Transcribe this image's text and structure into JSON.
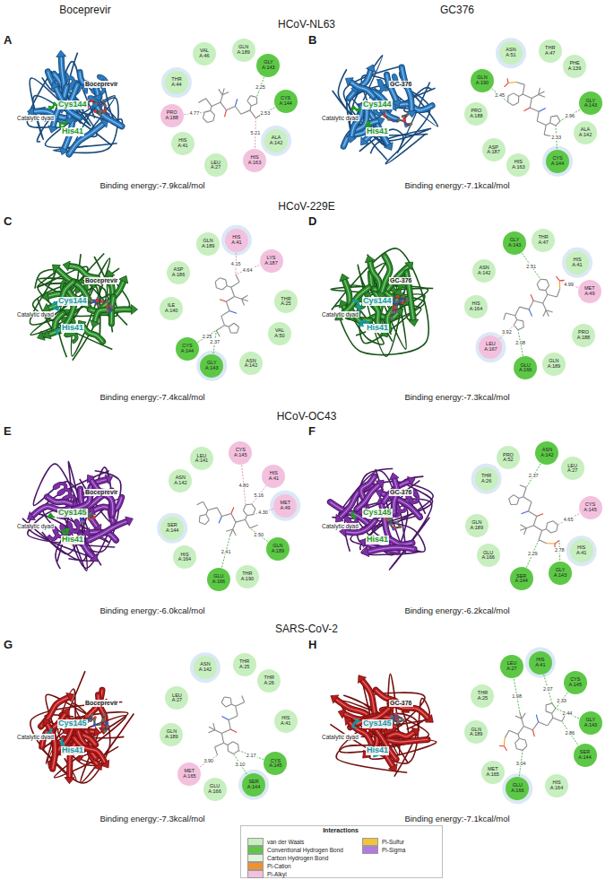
{
  "diagram": {
    "nodes": [
      {
        "text": [
          "THR A:44"
        ]
      },
      {
        "text": [
          "VAL A:46"
        ]
      },
      {
        "text": [
          "GLN A:189"
        ]
      },
      {
        "text": [
          "GLY A:143"
        ]
      },
      {
        "text": [
          "CYS A:144"
        ]
      },
      {
        "text": [
          "ALA A:142"
        ]
      },
      {
        "text": [
          "HIS A:163"
        ]
      },
      {
        "text": [
          "LEU A:27"
        ]
      },
      {
        "text": [
          "HIS A:41"
        ]
      },
      {
        "text": [
          "PRO A:188"
        ]
      },
      {
        "text": [
          "GLN A:190"
        ]
      },
      {
        "text": [
          "ASN A:51"
        ]
      },
      {
        "text": [
          "THR A:47"
        ]
      },
      {
        "text": [
          "PHE A:139"
        ]
      },
      {
        "text": [
          "GLY A:143"
        ]
      },
      {
        "text": [
          "ALA A:142"
        ]
      },
      {
        "text": [
          "CYS A:144"
        ]
      },
      {
        "text": [
          "HIS A:163"
        ]
      },
      {
        "text": [
          "ASP A:187"
        ]
      },
      {
        "text": [
          "PRO A:188"
        ]
      },
      {
        "text": [
          "ASP A:186"
        ]
      },
      {
        "text": [
          "GLN A:189"
        ]
      },
      {
        "text": [
          "HIS A:41"
        ]
      },
      {
        "text": [
          "LYS A:187"
        ]
      },
      {
        "text": [
          "THR A:25"
        ]
      },
      {
        "text": [
          "VAL A:50"
        ]
      },
      {
        "text": [
          "ASN A:142"
        ]
      },
      {
        "text": [
          "GLY A:143"
        ]
      },
      {
        "text": [
          "CYS A:144"
        ]
      },
      {
        "text": [
          "ILE A:140"
        ]
      },
      {
        "text": [
          "ASN A:142"
        ]
      },
      {
        "text": [
          "GLY A:143"
        ]
      },
      {
        "text": [
          "THR A:47"
        ]
      },
      {
        "text": [
          "HIS A:41"
        ]
      },
      {
        "text": [
          "MET A:49"
        ]
      },
      {
        "text": [
          "PRO A:188"
        ]
      },
      {
        "text": [
          "GLN A:189"
        ]
      },
      {
        "text": [
          "GLU A:166"
        ]
      },
      {
        "text": [
          "LEU A:167"
        ]
      },
      {
        "text": [
          "HIS A:164"
        ]
      },
      {
        "text": [
          "ASN A:142"
        ]
      },
      {
        "text": [
          "LEU A:141"
        ]
      },
      {
        "text": [
          "CYS A:145"
        ]
      },
      {
        "text": [
          "HIS A:41"
        ]
      },
      {
        "text": [
          "MET A:49"
        ]
      },
      {
        "text": [
          "GLN A:189"
        ]
      },
      {
        "text": [
          "THR A:190"
        ]
      },
      {
        "text": [
          "GLU A:166"
        ]
      },
      {
        "text": [
          "HIS A:164"
        ]
      },
      {
        "text": [
          "SER A:144"
        ]
      },
      {
        "text": [
          "THR A:26"
        ]
      },
      {
        "text": [
          "PRO A:52"
        ]
      },
      {
        "text": [
          "ASN A:142"
        ]
      },
      {
        "text": [
          "LEU A:27"
        ]
      },
      {
        "text": [
          "CYS A:145"
        ]
      },
      {
        "text": [
          "HIS A:41"
        ]
      },
      {
        "text": [
          "GLY A:143"
        ]
      },
      {
        "text": [
          "SER A:144"
        ]
      },
      {
        "text": [
          "GLU A:166"
        ]
      },
      {
        "text": [
          "GLN A:189"
        ]
      },
      {
        "text": [
          "LEU A:27"
        ]
      },
      {
        "text": [
          "ASN A:142"
        ]
      },
      {
        "text": [
          "THR A:25"
        ]
      },
      {
        "text": [
          "THR A:26"
        ]
      },
      {
        "text": [
          "HIS A:41"
        ]
      },
      {
        "text": [
          "CYS A:145"
        ]
      },
      {
        "text": [
          "SER A:144"
        ]
      },
      {
        "text": [
          "GLU A:166"
        ]
      },
      {
        "text": [
          "MET A:165"
        ]
      },
      {
        "text": [
          "GLN A:189"
        ]
      },
      {
        "text": [
          "THR A:25"
        ]
      },
      {
        "text": [
          "LEU A:27"
        ]
      },
      {
        "text": [
          "HIS A:41"
        ]
      },
      {
        "text": [
          "CYS A:145"
        ]
      },
      {
        "text": [
          "GLY A:143"
        ]
      },
      {
        "text": [
          "SER A:144"
        ]
      },
      {
        "text": [
          "HIS A:164"
        ]
      },
      {
        "text": [
          "GLU A:166"
        ]
      },
      {
        "text": [
          "MET A:165"
        ]
      },
      {
        "text": [
          "GLN A:189"
        ]
      }
    ],
    "labels": [
      "Boceprevir",
      "HCoV-NL63",
      "GC376",
      "A",
      "Boceprevir",
      "Catalytic dyad",
      "Cys144",
      "His41",
      "Binding energy:-7.9kcal/mol",
      "2.25",
      "2.53",
      "5.21",
      "4.77",
      "B",
      "GC-376",
      "Catalytic dyad",
      "Cys144",
      "His41",
      "Binding energy:-7.1kcal/mol",
      "2.45",
      "2.96",
      "2.33",
      "HCoV-229E",
      "C",
      "Boceprevir",
      "Catalytic dyad",
      "Cys144",
      "His41",
      "Binding energy:-7.4kcal/mol",
      "4.15",
      "4.64",
      "2.37",
      "2.25",
      "D",
      "GC-376",
      "Catalytic dyad",
      "Cys144",
      "His41",
      "Binding energy:-7.3kcal/mol",
      "2.51",
      "4.99",
      "2.08",
      "3.92",
      "HCoV-OC43",
      "E",
      "Boceprevir",
      "Catalytic dyad",
      "Cys145",
      "His41",
      "Binding energy:-6.0kcal/mol",
      "4.80",
      "5.16",
      "4.30",
      "2.50",
      "2.41",
      "F",
      "GC-376",
      "Catalytic dyad",
      "Cys145",
      "His41",
      "Binding energy:-6.2kcal/mol",
      "2.37",
      "4.65",
      "2.78",
      "2.29",
      "SARS-CoV-2",
      "G",
      "Boceprevir",
      "Catalytic dyad",
      "Cys145",
      "His41",
      "Binding energy:-7.3kcal/mol",
      "2.17",
      "3.10",
      "3.90",
      "H",
      "GC-376",
      "Catalytic dyad",
      "Cys145",
      "His41",
      "Binding energy:-7.1kcal/mol",
      "1.98",
      "2.07",
      "2.33",
      "2.44",
      "2.86",
      "3.04",
      "Interactions"
    ],
    "legend": [
      {
        "text": "van der Waals",
        "color": "#c8efbf"
      },
      {
        "text": "Conventional Hydrogen Bond",
        "color": "#5cc846"
      },
      {
        "text": "Carbon Hydrogen Bond",
        "color": "#dff4db"
      },
      {
        "text": "Pi-Cation",
        "color": "#f0912e"
      },
      {
        "text": "Pi-Alkyl",
        "color": "#f3c1de"
      },
      {
        "text": "Pi-Sulfur",
        "color": "#f3c33c"
      },
      {
        "text": "Pi-Sigma",
        "color": "#b27ae0"
      }
    ]
  }
}
